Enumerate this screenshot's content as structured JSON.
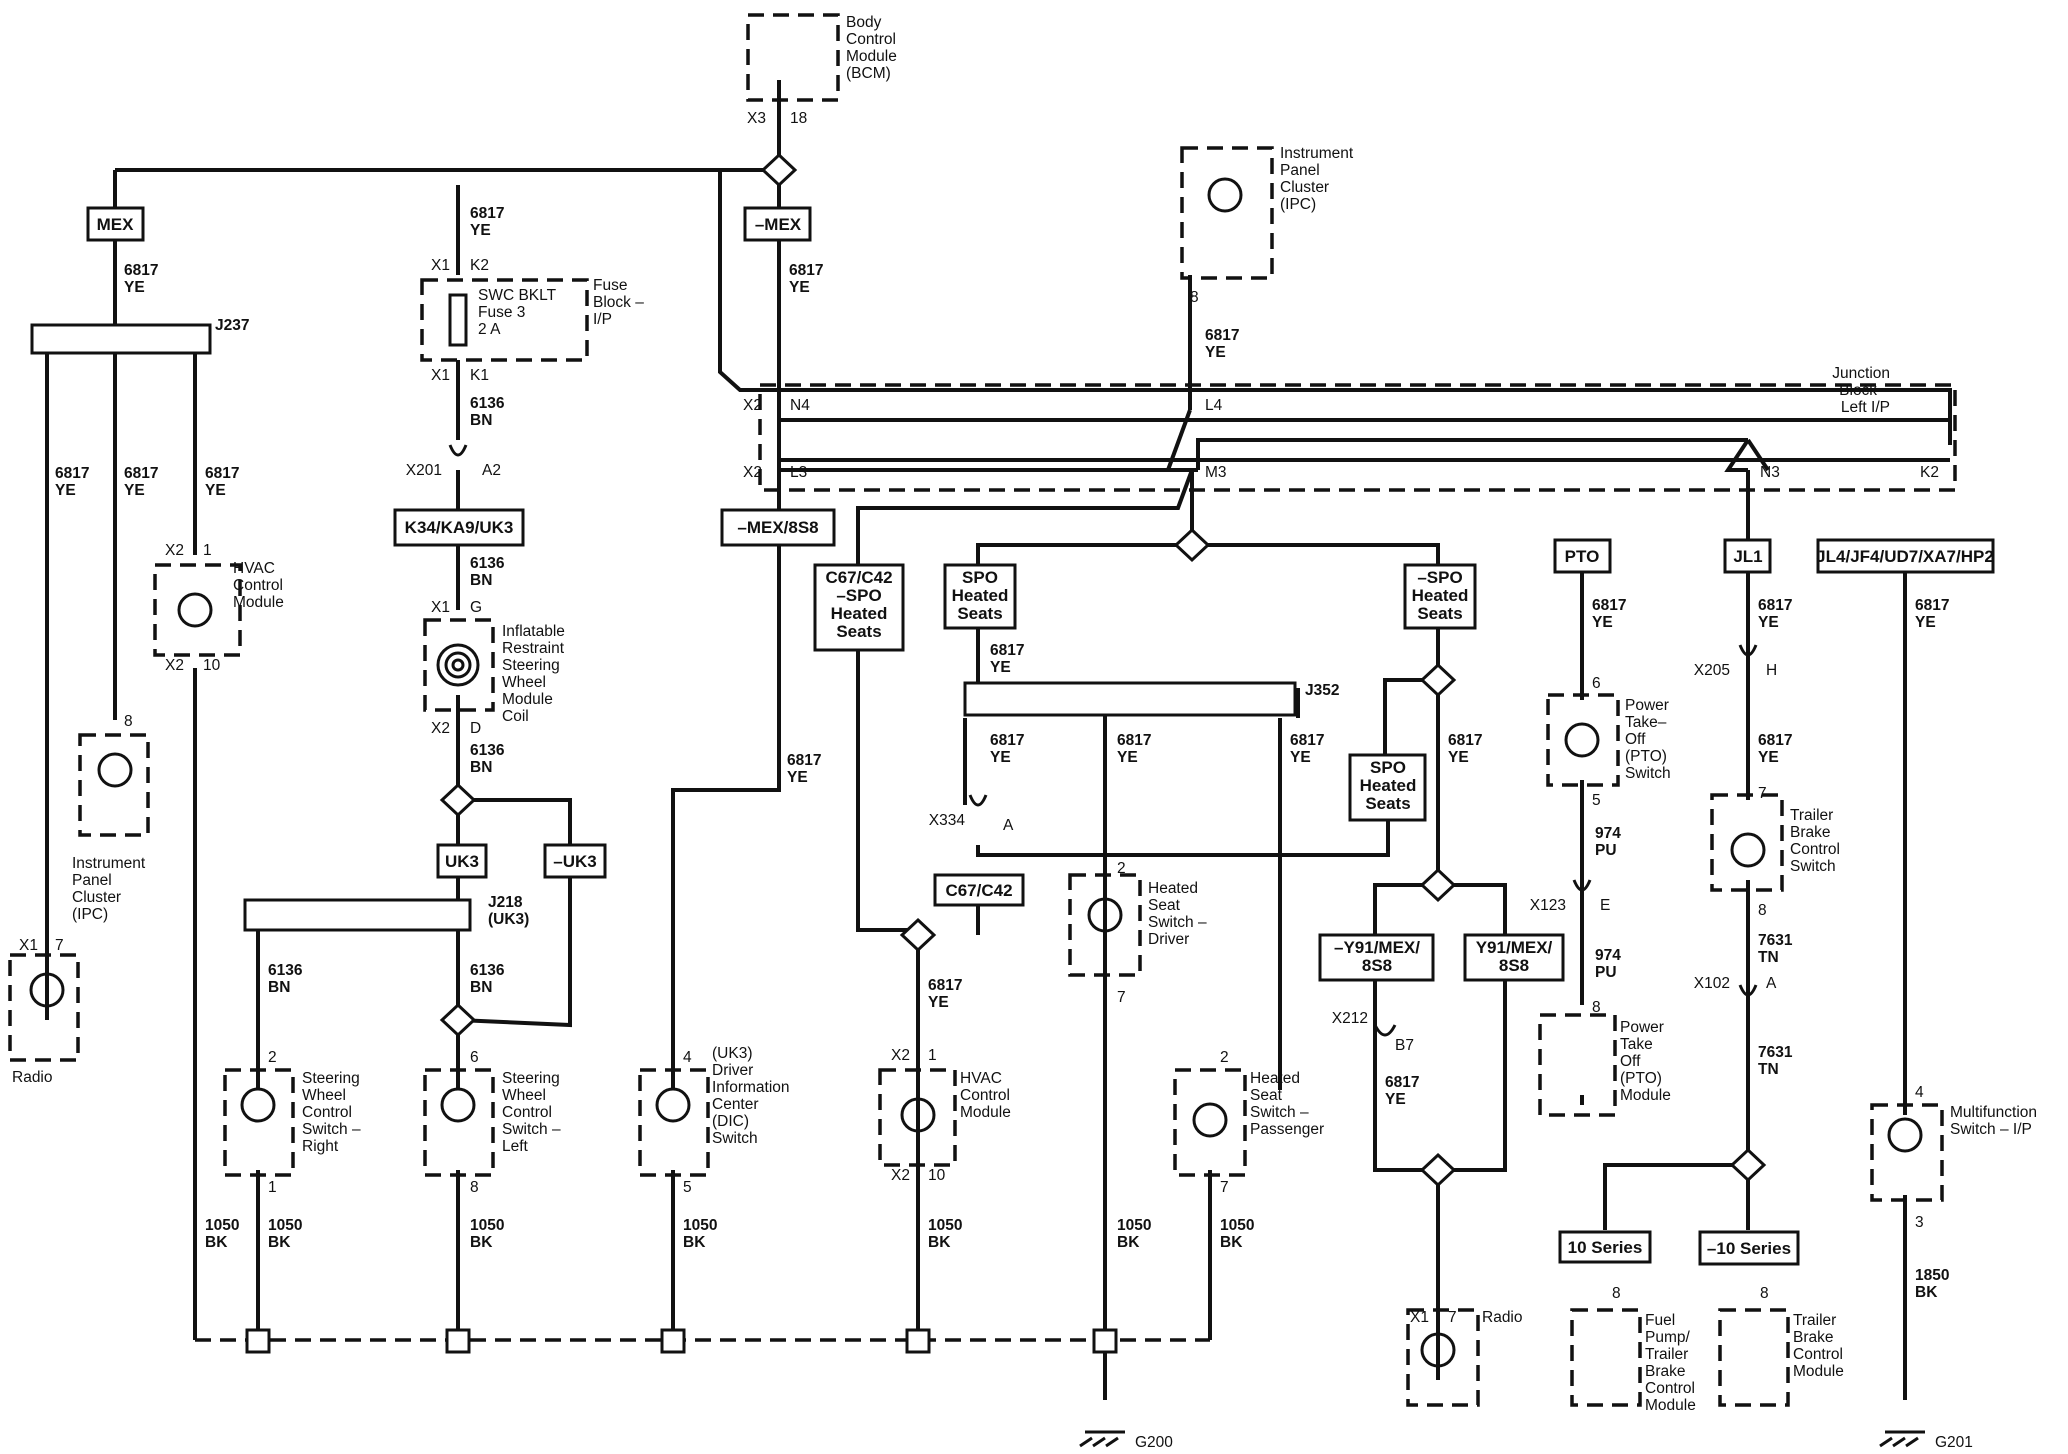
{
  "components": {
    "bcm": "Body\nControl\nModule\n(BCM)",
    "ipc_top": "Instrument\nPanel\nCluster\n(IPC)",
    "fuse_block": "Fuse\nBlock –\nI/P",
    "fuse": "SWC BKLT\nFuse 3\n2 A",
    "junction_block": "Junction\nBlock –\nLeft I/P",
    "hvac_left": "HVAC\nControl\nModule",
    "ipc_left": "Instrument\nPanel\nCluster\n(IPC)",
    "radio_left": "Radio",
    "coil": "Inflatable\nRestraint\nSteering\nWheel\nModule\nCoil",
    "swc_right": "Steering\nWheel\nControl\nSwitch –\nRight",
    "swc_left": "Steering\nWheel\nControl\nSwitch –\nLeft",
    "dic": "(UK3)\nDriver\nInformation\nCenter\n(DIC)\nSwitch",
    "hvac_mid": "HVAC\nControl\nModule",
    "hs_driver": "Heated\nSeat\nSwitch –\nDriver",
    "hs_passenger": "Heated\nSeat\nSwitch –\nPassenger",
    "radio_right": "Radio",
    "pto_switch": "Power\nTake–\nOff\n(PTO)\nSwitch",
    "pto_module": "Power\nTake\nOff\n(PTO)\nModule",
    "trailer_switch": "Trailer\nBrake\nControl\nSwitch",
    "fuel_pump_module": "Fuel\nPump/\nTrailer\nBrake\nControl\nModule",
    "trailer_module": "Trailer\nBrake\nControl\nModule",
    "multifunction": "Multifunction\nSwitch – I/P"
  },
  "options": {
    "mex": "MEX",
    "not_mex": "–MEX",
    "k34": "K34/KA9/UK3",
    "not_mex_8s8": "–MEX/8S8",
    "c67_spo": "C67/C42\n–SPO\nHeated\nSeats",
    "spo1": "SPO\nHeated\nSeats",
    "not_spo": "–SPO\nHeated\nSeats",
    "pto": "PTO",
    "jl1": "JL1",
    "jl4": "JL4/JF4/UD7/XA7/HP2",
    "uk3": "UK3",
    "not_uk3": "–UK3",
    "spo2": "SPO\nHeated\nSeats",
    "c67": "C67/C42",
    "not_y91": "–Y91/MEX/\n8S8",
    "y91": "Y91/MEX/\n8S8",
    "series10": "10 Series",
    "not_series10": "–10 Series"
  },
  "splices": {
    "j237": "J237",
    "j352": "J352",
    "j218": "J218\n(UK3)"
  },
  "grounds": {
    "g200": "G200",
    "g201": "G201"
  },
  "wires": {
    "w6817ye": "6817\nYE",
    "w6136bn": "6136\nBN",
    "w1050bk": "1050\nBK",
    "w974pu": "974\nPU",
    "w7631tn": "7631\nTN",
    "w1850bk": "1850\nBK"
  },
  "connectors": {
    "x1": "X1",
    "x2": "X2",
    "x3": "X3",
    "x201": "X201",
    "x205": "X205",
    "x334": "X334",
    "x123": "X123",
    "x212": "X212",
    "x102": "X102"
  },
  "pins": {
    "p1": "1",
    "p2": "2",
    "p3": "3",
    "p4": "4",
    "p5": "5",
    "p6": "6",
    "p7": "7",
    "p8": "8",
    "p10": "10",
    "p18": "18",
    "k1": "K1",
    "k2": "K2",
    "a2": "A2",
    "g": "G",
    "d": "D",
    "n4": "N4",
    "l4": "L4",
    "l3": "L3",
    "m3": "M3",
    "n3": "N3",
    "kk2": "K2",
    "a": "A",
    "h": "H",
    "e": "E",
    "b7": "B7"
  }
}
